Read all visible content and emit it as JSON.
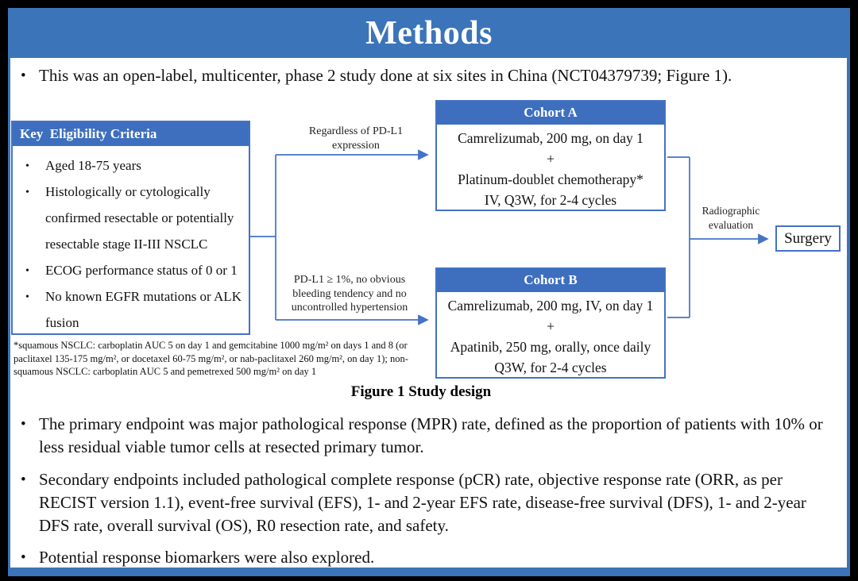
{
  "slide": {
    "title": "Methods",
    "bullets": [
      "This was an open-label, multicenter, phase 2 study done at six sites in China (NCT04379739; Figure 1).",
      "The primary endpoint was major pathological response (MPR) rate, defined as the proportion of patients with 10% or less residual viable tumor cells at resected primary tumor.",
      "Secondary endpoints included pathological complete response (pCR) rate, objective response rate (ORR, as per RECIST version 1.1), event-free survival (EFS), 1- and 2-year EFS rate, disease-free survival (DFS), 1- and 2-year DFS rate, overall survival (OS), R0 resection rate, and safety.",
      "Potential response biomarkers were also explored."
    ],
    "figure": {
      "caption": "Figure 1 Study design",
      "eligibility": {
        "header": "Key  Eligibility Criteria",
        "items": [
          "Aged 18-75 years",
          "Histologically or cytologically confirmed resectable or potentially resectable stage II-III NSCLC",
          "ECOG performance status of 0 or 1",
          "No known EGFR mutations or ALK fusion"
        ]
      },
      "footnote": "*squamous NSCLC: carboplatin AUC 5 on day 1 and gemcitabine 1000 mg/m² on days 1 and 8 (or paclitaxel 135-175 mg/m², or docetaxel 60-75 mg/m², or nab-paclitaxel 260 mg/m², on day 1); non-squamous NSCLC: carboplatin AUC 5 and pemetrexed 500 mg/m² on day 1",
      "arrow_labels": {
        "top": "Regardless of PD-L1 expression",
        "bottom": "PD-L1 ≥ 1%, no obvious bleeding tendency and no uncontrolled hypertension",
        "right": "Radiographic evaluation"
      },
      "cohort_a": {
        "header": "Cohort A",
        "lines": [
          "Camrelizumab, 200 mg, on day 1",
          "+",
          "Platinum-doublet chemotherapy*",
          "IV, Q3W, for 2-4 cycles"
        ]
      },
      "cohort_b": {
        "header": "Cohort B",
        "lines": [
          "Camrelizumab, 200 mg, IV, on day 1",
          "+",
          "Apatinib, 250 mg, orally, once daily",
          "Q3W, for 2-4 cycles"
        ]
      },
      "surgery_label": "Surgery"
    },
    "colors": {
      "title_bar_blue": "#3b74b9",
      "box_header_blue": "#3e6fbe",
      "line_blue": "#4472c4",
      "text_black": "#111111"
    }
  }
}
